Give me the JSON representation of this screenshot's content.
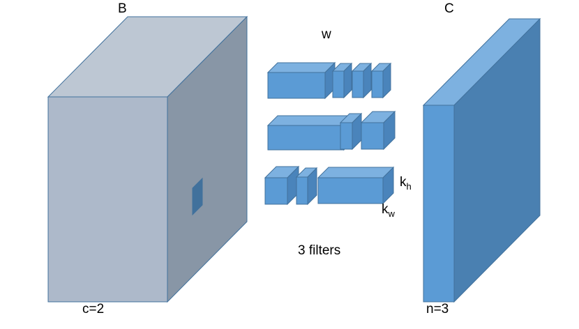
{
  "labels": {
    "b": "B",
    "c": "C",
    "w": "w",
    "kh_main": "k",
    "kh_sub": "h",
    "kw_main": "k",
    "kw_sub": "w",
    "filters": "3 filters",
    "c_eq": "c=2",
    "n_eq": "n=3"
  },
  "colors": {
    "tensor_b_front": "#adb9ca",
    "tensor_b_top": "#bdc7d3",
    "tensor_b_side": "#8896a6",
    "tensor_b_stroke": "#41719c",
    "filter_front": "#5b9bd5",
    "filter_top": "#7db1e0",
    "filter_side": "#4a84bb",
    "tensor_c_front": "#5b9bd5",
    "tensor_c_top": "#7db1e0",
    "tensor_c_side": "#4a80b1",
    "patch": "#41719c"
  },
  "filters": [
    {
      "name": "filter-row-1",
      "block_count": 4
    },
    {
      "name": "filter-row-2",
      "block_count": 3
    },
    {
      "name": "filter-row-3",
      "block_count": 3
    }
  ]
}
